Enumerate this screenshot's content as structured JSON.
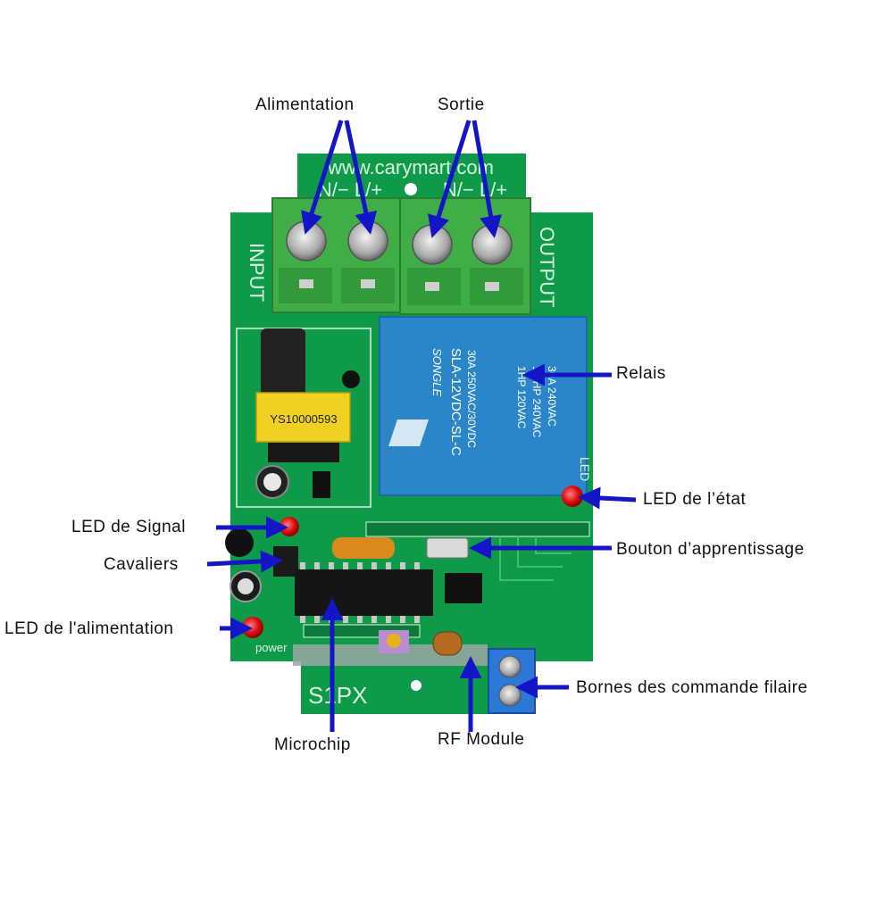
{
  "board": {
    "url_text": "www.carymart.com",
    "terminal_marks_input": "N/−  L/+",
    "terminal_marks_output": "N/−  L/+",
    "input_text": "INPUT",
    "output_text": "OUTPUT",
    "relay_brand": "SONGLE",
    "relay_model": "SLA-12VDC-SL-C",
    "relay_rating1": "30A 250VAC/30VDC",
    "relay_rating2": "1HP 120VAC",
    "relay_rating3": "1/2HP 240VAC",
    "relay_rating4": "30A 240VAC",
    "transformer_code": "YS10000593",
    "model_text": "S1PX",
    "power_text": "power",
    "led_text": "LED"
  },
  "labels": {
    "alimentation": "Alimentation",
    "sortie": "Sortie",
    "relais": "Relais",
    "led_etat": "LED  de l’état",
    "led_signal": "LED de Signal",
    "bouton": "Bouton d’apprentissage",
    "cavaliers": "Cavaliers",
    "led_alimentation": "LED de l'alimentation",
    "bornes": "Bornes des commande filaire",
    "microchip": "Microchip",
    "rf_module": "RF Module"
  },
  "colors": {
    "pcb_green": "#0f9a4a",
    "terminal_green": "#3fae46",
    "relay_blue": "#2a86c8",
    "arrow_blue": "#1515c8",
    "led_red": "#e01010"
  }
}
